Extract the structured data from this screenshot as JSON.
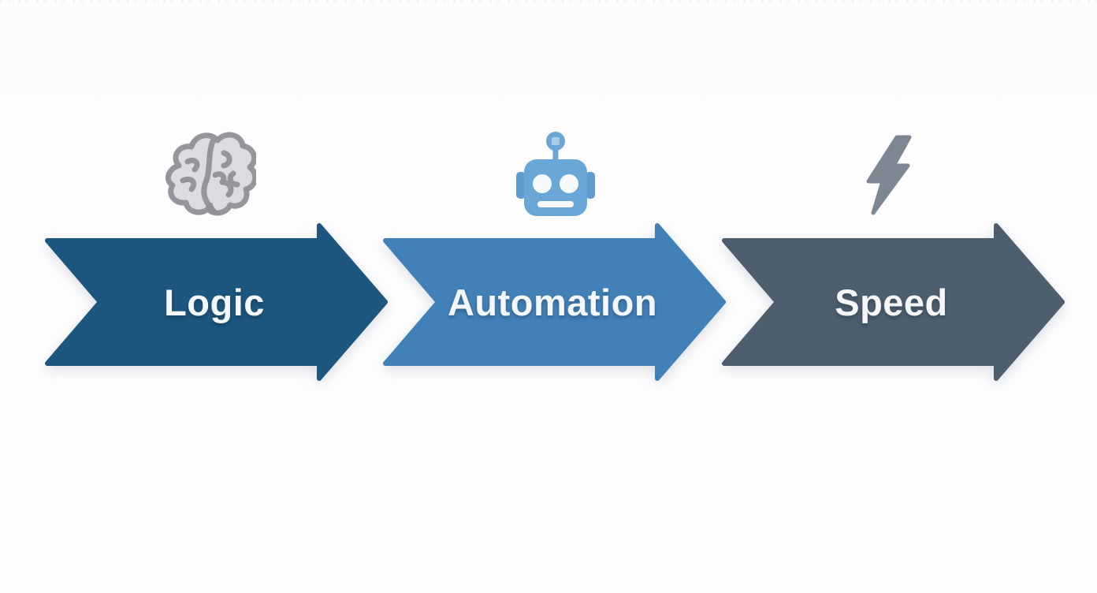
{
  "diagram": {
    "background": "#fdfdfe",
    "label_color": "#f4f6f8",
    "steps": [
      {
        "label": "Logic",
        "icon": "brain-icon",
        "color": "#1d567f"
      },
      {
        "label": "Automation",
        "icon": "robot-icon",
        "color": "#4181b8"
      },
      {
        "label": "Speed",
        "icon": "lightning-icon",
        "color": "#4d5e6f"
      }
    ],
    "icon_colors": {
      "brain_outline": "#95959b",
      "brain_fill": "#dcdce0",
      "brain_stem": "#8f8f96",
      "robot_body": "#6aa6d6",
      "robot_ear": "#5e9bce",
      "robot_face": "#f7fafc",
      "robot_antenna_glint": "#a9cbe6",
      "lightning": "#7d8791"
    }
  }
}
